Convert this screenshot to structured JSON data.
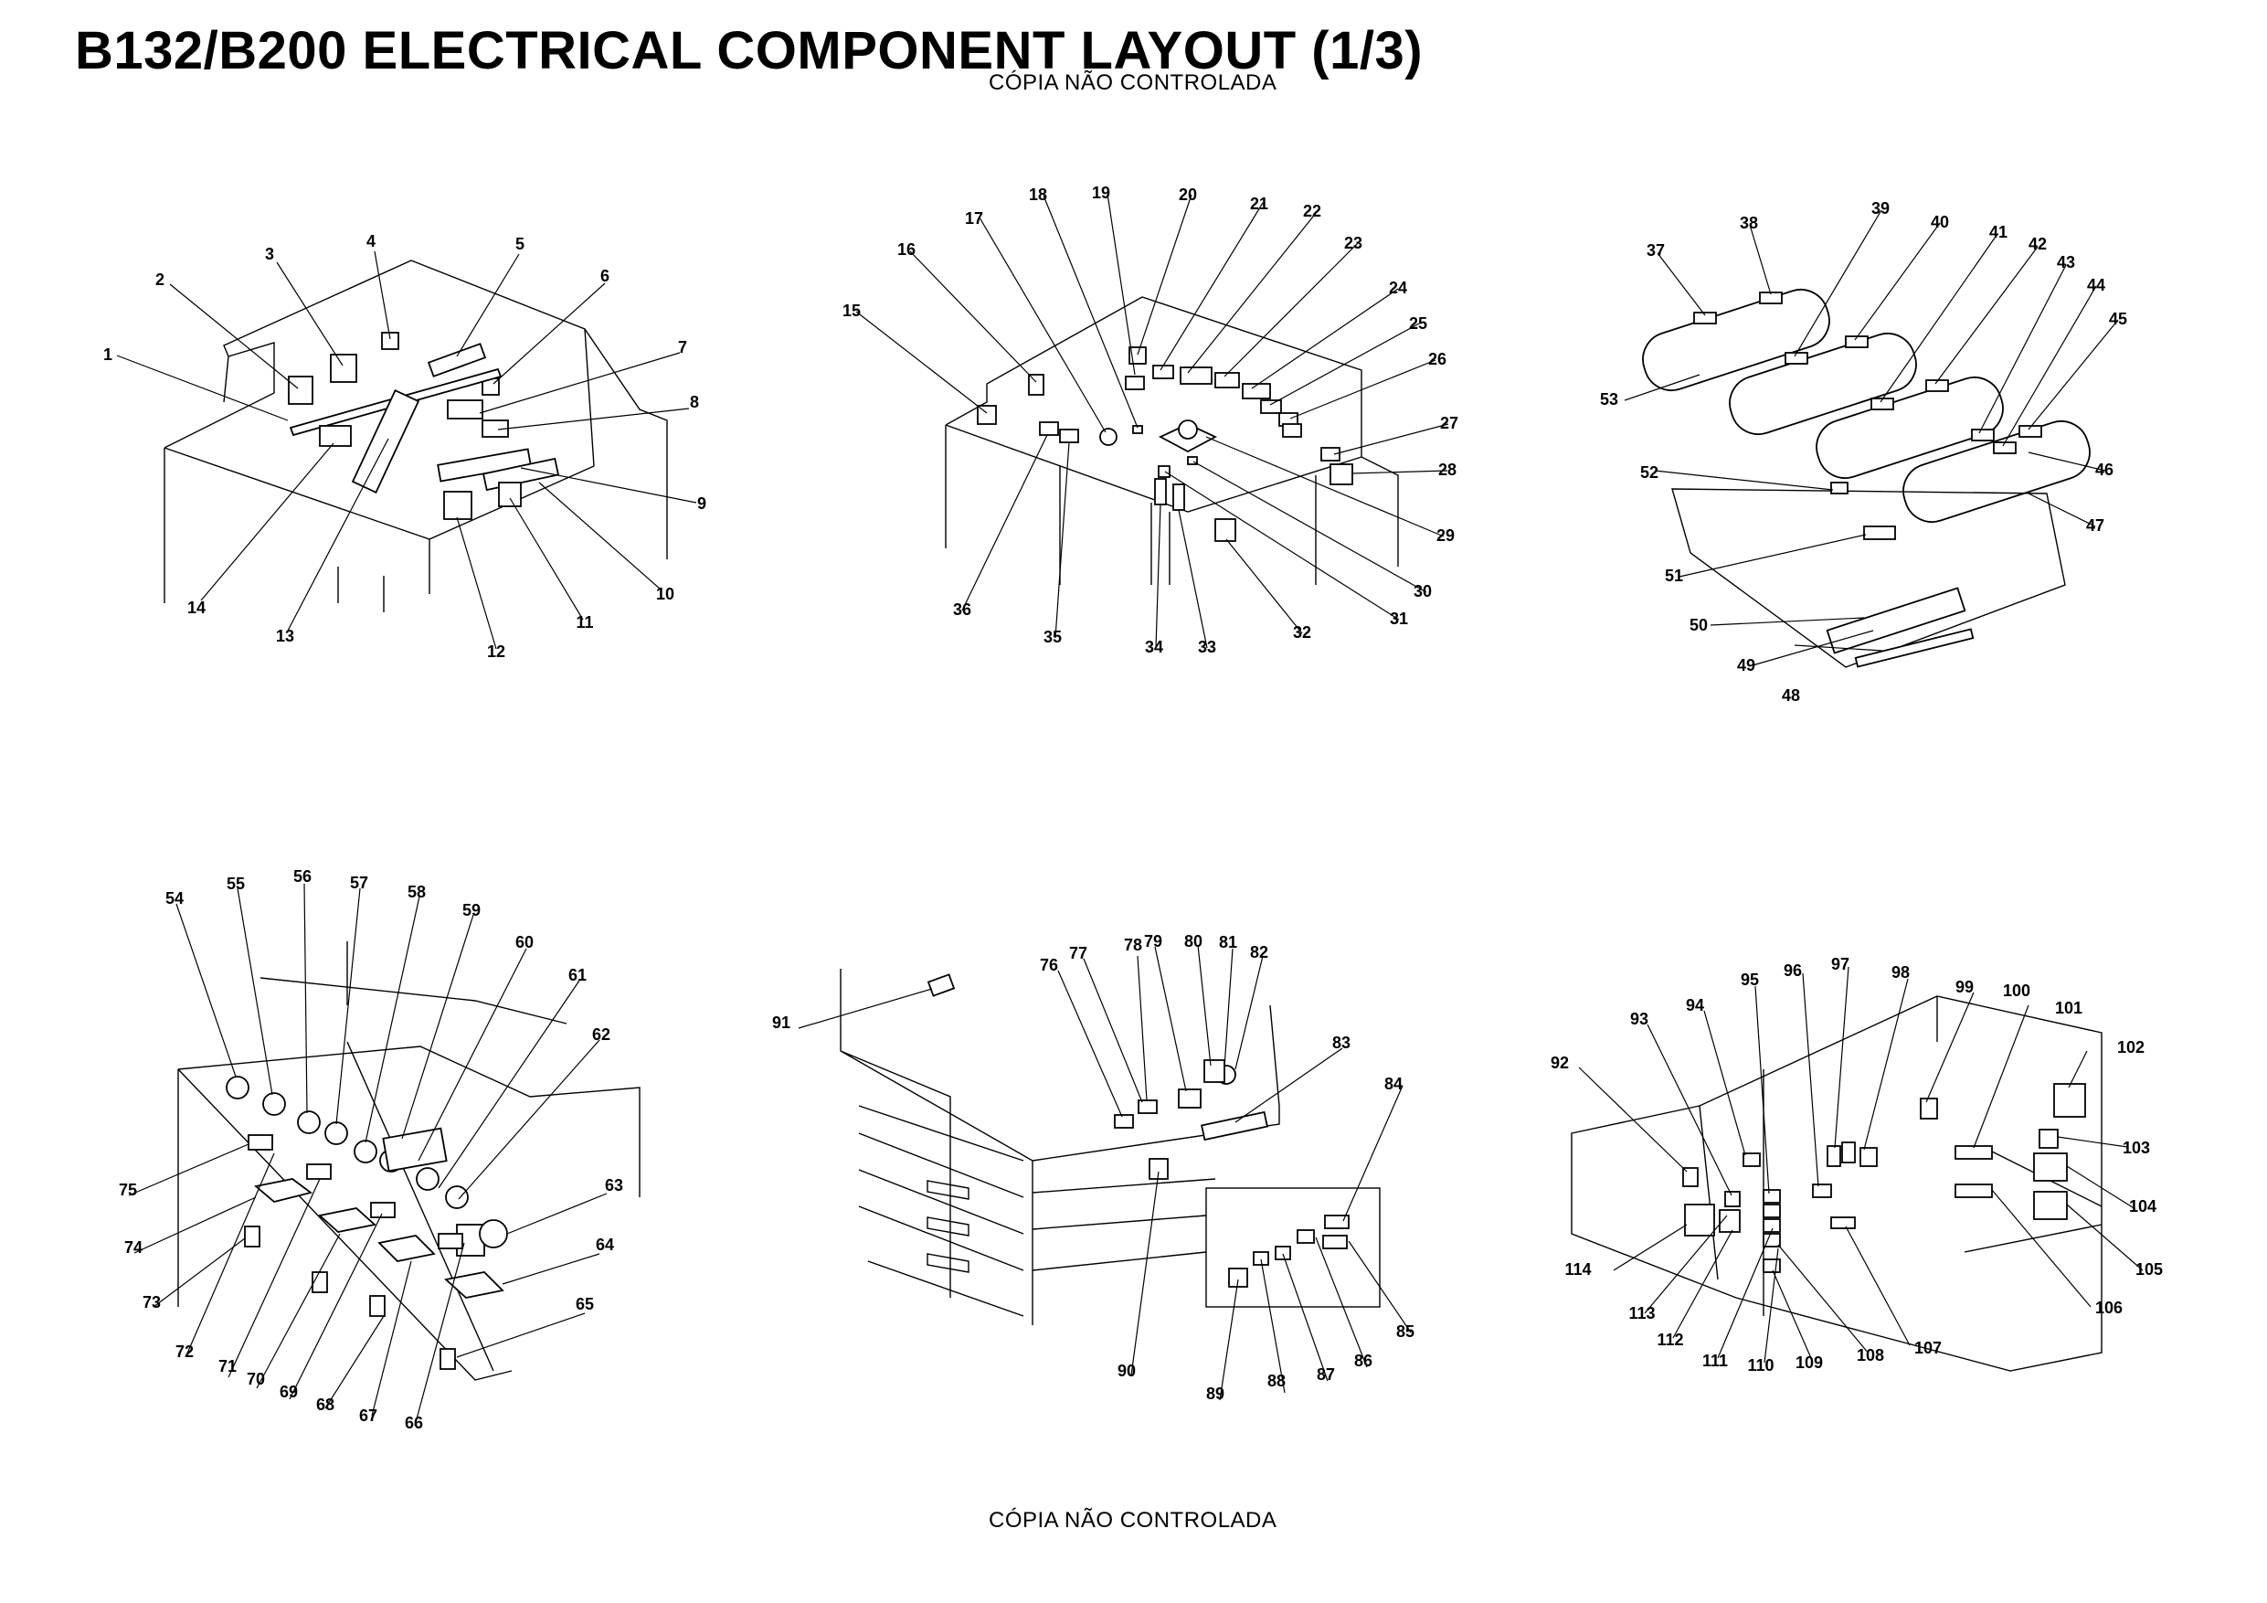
{
  "title": "B132/B200 ELECTRICAL COMPONENT LAYOUT (1/3)",
  "watermark_top": "CÓPIA NÃO CONTROLADA",
  "watermark_bottom": "CÓPIA NÃO CONTROLADA",
  "callouts": [
    "1",
    "2",
    "3",
    "4",
    "5",
    "6",
    "7",
    "8",
    "9",
    "10",
    "11",
    "12",
    "13",
    "14",
    "15",
    "16",
    "17",
    "18",
    "19",
    "20",
    "21",
    "22",
    "23",
    "24",
    "25",
    "26",
    "27",
    "28",
    "29",
    "30",
    "31",
    "32",
    "33",
    "34",
    "35",
    "36",
    "37",
    "38",
    "39",
    "40",
    "41",
    "42",
    "43",
    "44",
    "45",
    "46",
    "47",
    "48",
    "49",
    "50",
    "51",
    "52",
    "53",
    "54",
    "55",
    "56",
    "57",
    "58",
    "59",
    "60",
    "61",
    "62",
    "63",
    "64",
    "65",
    "66",
    "67",
    "68",
    "69",
    "70",
    "71",
    "72",
    "73",
    "74",
    "75",
    "76",
    "77",
    "78",
    "79",
    "80",
    "81",
    "82",
    "83",
    "84",
    "85",
    "86",
    "87",
    "88",
    "89",
    "90",
    "91",
    "92",
    "93",
    "94",
    "95",
    "96",
    "97",
    "98",
    "99",
    "100",
    "101",
    "102",
    "103",
    "104",
    "105",
    "106",
    "107",
    "108",
    "109",
    "110",
    "111",
    "112",
    "113",
    "114"
  ]
}
